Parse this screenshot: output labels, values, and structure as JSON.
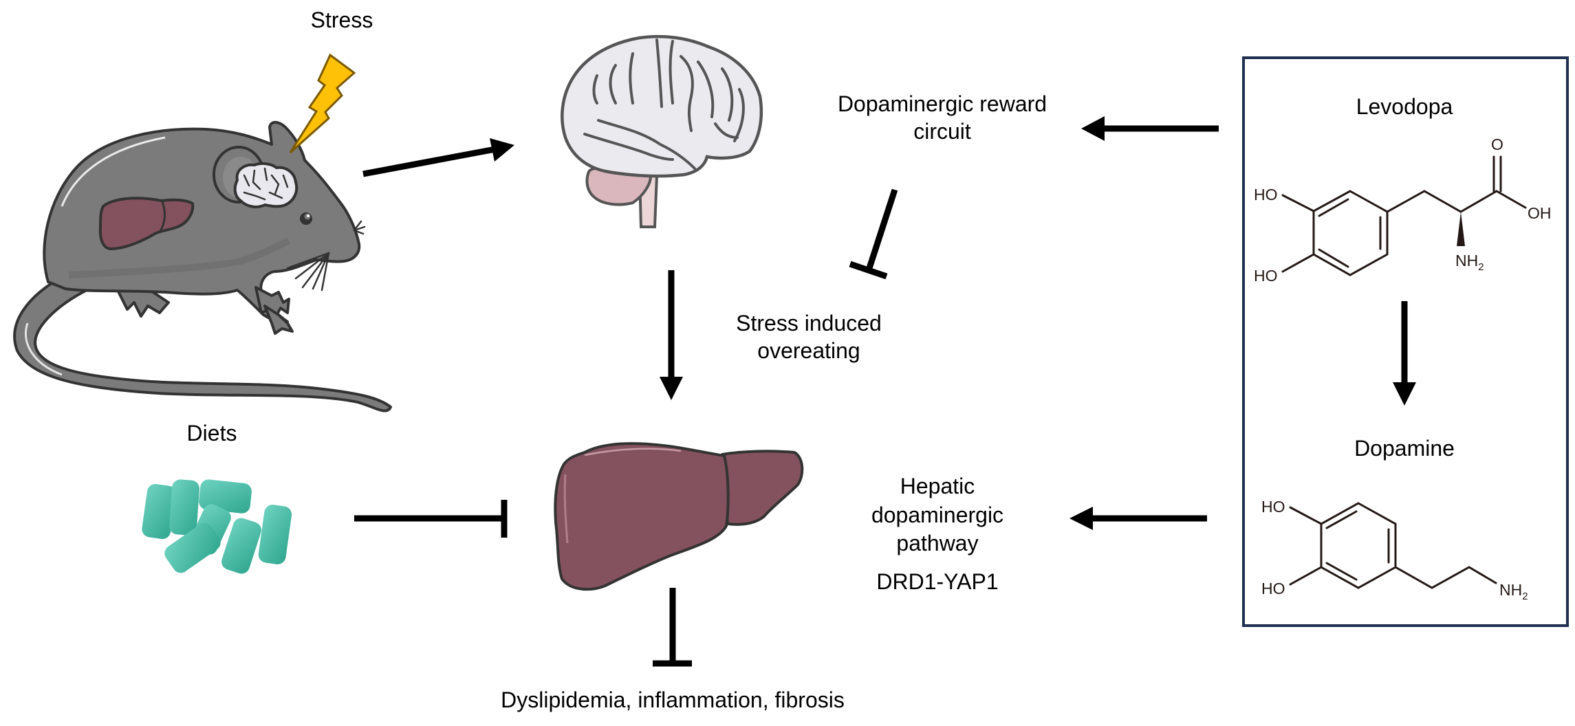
{
  "figure": {
    "type": "mechanism-diagram",
    "description_nodes": {
      "stress": "Stress",
      "diets": "Diets",
      "dopaminergic_reward_circuit": [
        "Dopaminergic reward",
        "circuit"
      ],
      "stress_induced_overeating": [
        "Stress induced",
        "overeating"
      ],
      "hepatic_pathway": [
        "Hepatic",
        "dopaminergic",
        "pathway"
      ],
      "pathway_name": "DRD1-YAP1",
      "outcomes": "Dyslipidemia, inflammation, fibrosis"
    },
    "drug_box": {
      "levodopa": {
        "name": "Levodopa",
        "labels": {
          "ho_top": "HO",
          "ho_bottom": "HO",
          "carbonyl_o": "O",
          "hydroxyl": "OH",
          "amine": "NH",
          "amine_sub": "2"
        }
      },
      "dopamine": {
        "name": "Dopamine",
        "labels": {
          "ho_top": "HO",
          "ho_bottom": "HO",
          "amine": "NH",
          "amine_sub": "2"
        }
      },
      "border_color": "#1f3050"
    },
    "relations": [
      {
        "from": "Stress (mouse)",
        "to": "Brain",
        "type": "activates"
      },
      {
        "from": "Brain",
        "to": "Liver",
        "type": "activates"
      },
      {
        "from": "Dopaminergic reward circuit",
        "to": "Stress induced overeating",
        "type": "inhibits"
      },
      {
        "from": "Levodopa",
        "to": "Dopaminergic reward circuit",
        "type": "activates"
      },
      {
        "from": "Levodopa",
        "to": "Dopamine",
        "type": "converts"
      },
      {
        "from": "Dopamine",
        "to": "Hepatic dopaminergic pathway",
        "type": "activates"
      },
      {
        "from": "Diets",
        "to": "Liver",
        "type": "inhibits"
      },
      {
        "from": "Liver",
        "to": "Dyslipidemia, inflammation, fibrosis",
        "type": "inhibits"
      }
    ],
    "colors": {
      "liver": "#84525e",
      "mouse_body": "#7b7b7b",
      "brain": "#ebeaee",
      "cerebellum": "#d9b7bc",
      "bolt": "#ffc107",
      "bolt_outline": "#7a5a00",
      "pellets": "#3fb9a2"
    }
  }
}
